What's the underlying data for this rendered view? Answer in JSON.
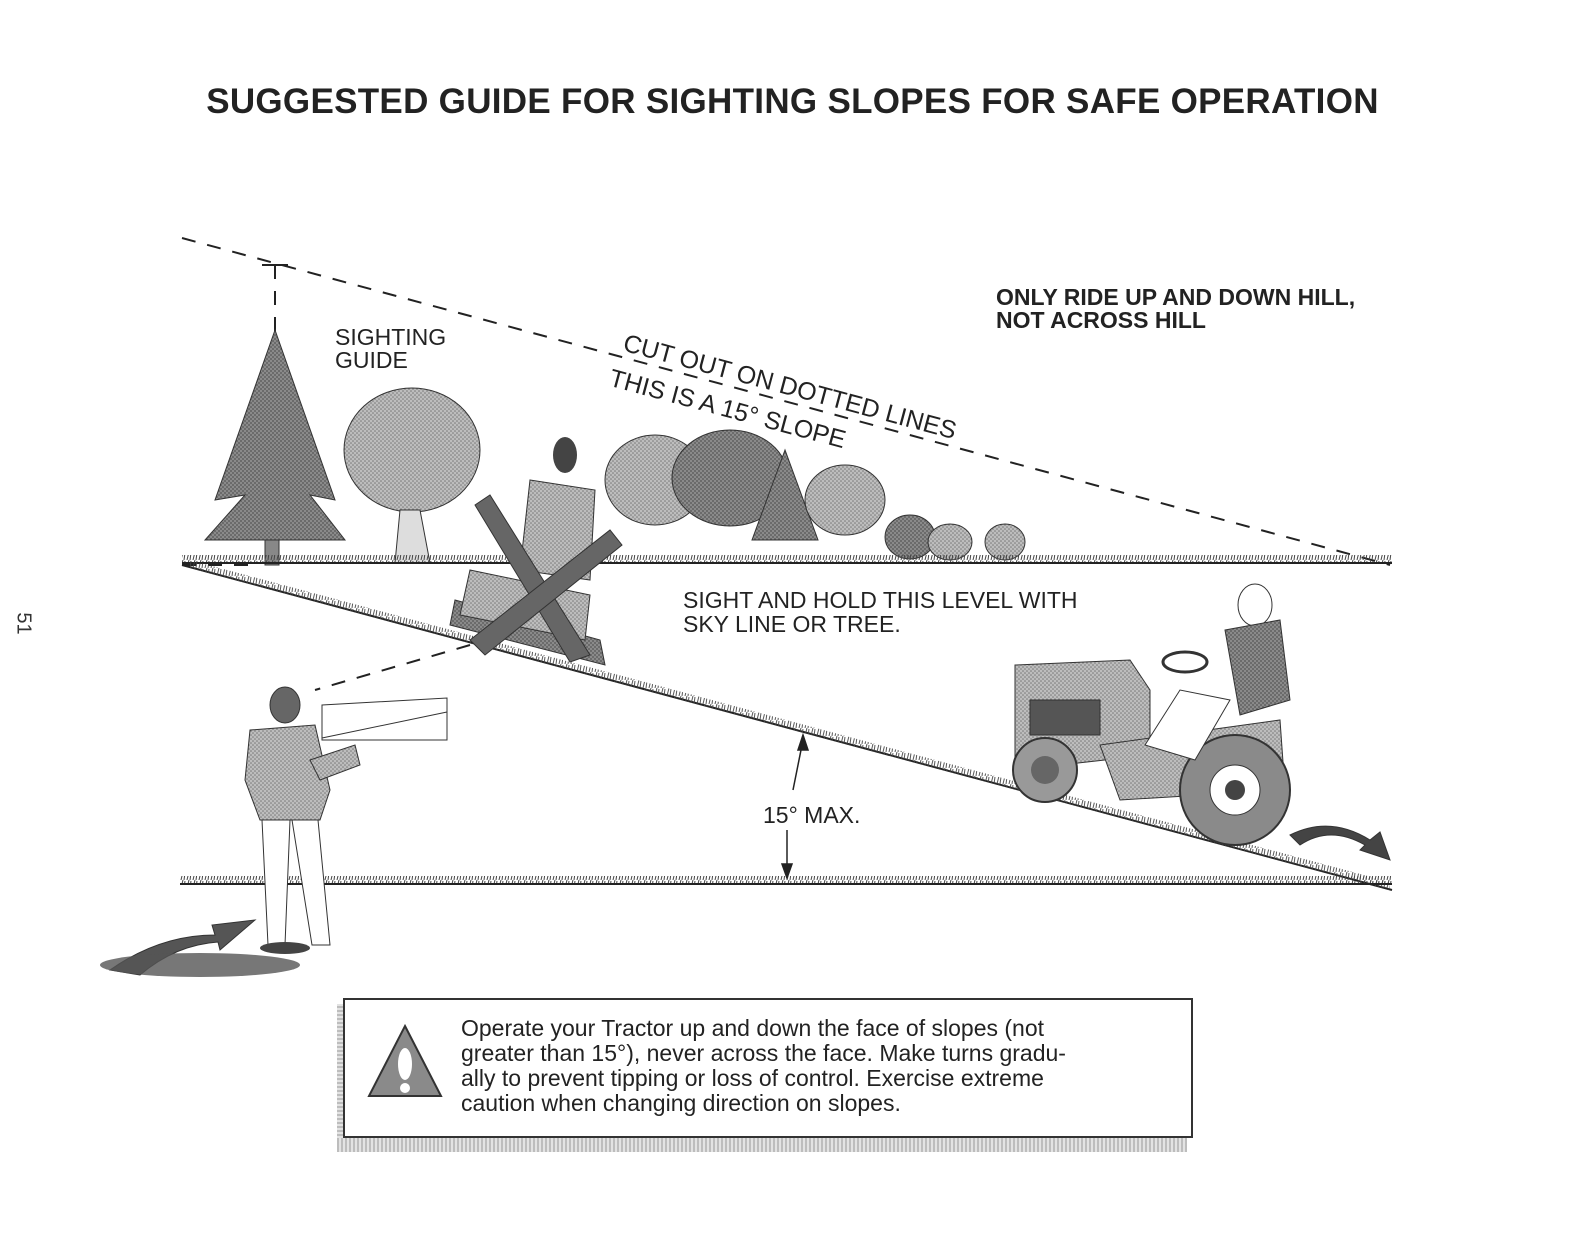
{
  "title": "SUGGESTED GUIDE FOR SIGHTING SLOPES FOR SAFE OPERATION",
  "page_number": "51",
  "labels": {
    "sighting_guide": [
      "SIGHTING",
      "GUIDE"
    ],
    "cut_out": "CUT OUT ON DOTTED LINES",
    "this_is": "THIS IS A 15° SLOPE",
    "only_ride": [
      "ONLY RIDE UP AND DOWN HILL,",
      "NOT ACROSS HILL"
    ],
    "sight_hold": [
      "SIGHT AND HOLD THIS LEVEL WITH",
      "SKY LINE OR TREE."
    ],
    "max": "15° MAX."
  },
  "warning": {
    "lines": [
      "Operate your Tractor up and down the face of slopes (not",
      "greater than 15°), never across the face. Make turns gradu-",
      "ally to prevent tipping or loss of control. Exercise extreme",
      "caution when changing direction on slopes."
    ]
  },
  "icons": [
    "warning-triangle-icon",
    "arrow-icon"
  ],
  "colors": {
    "ink": "#222222",
    "gray_fill": "#8a8a8a",
    "light_fill": "#c8c8c8"
  }
}
